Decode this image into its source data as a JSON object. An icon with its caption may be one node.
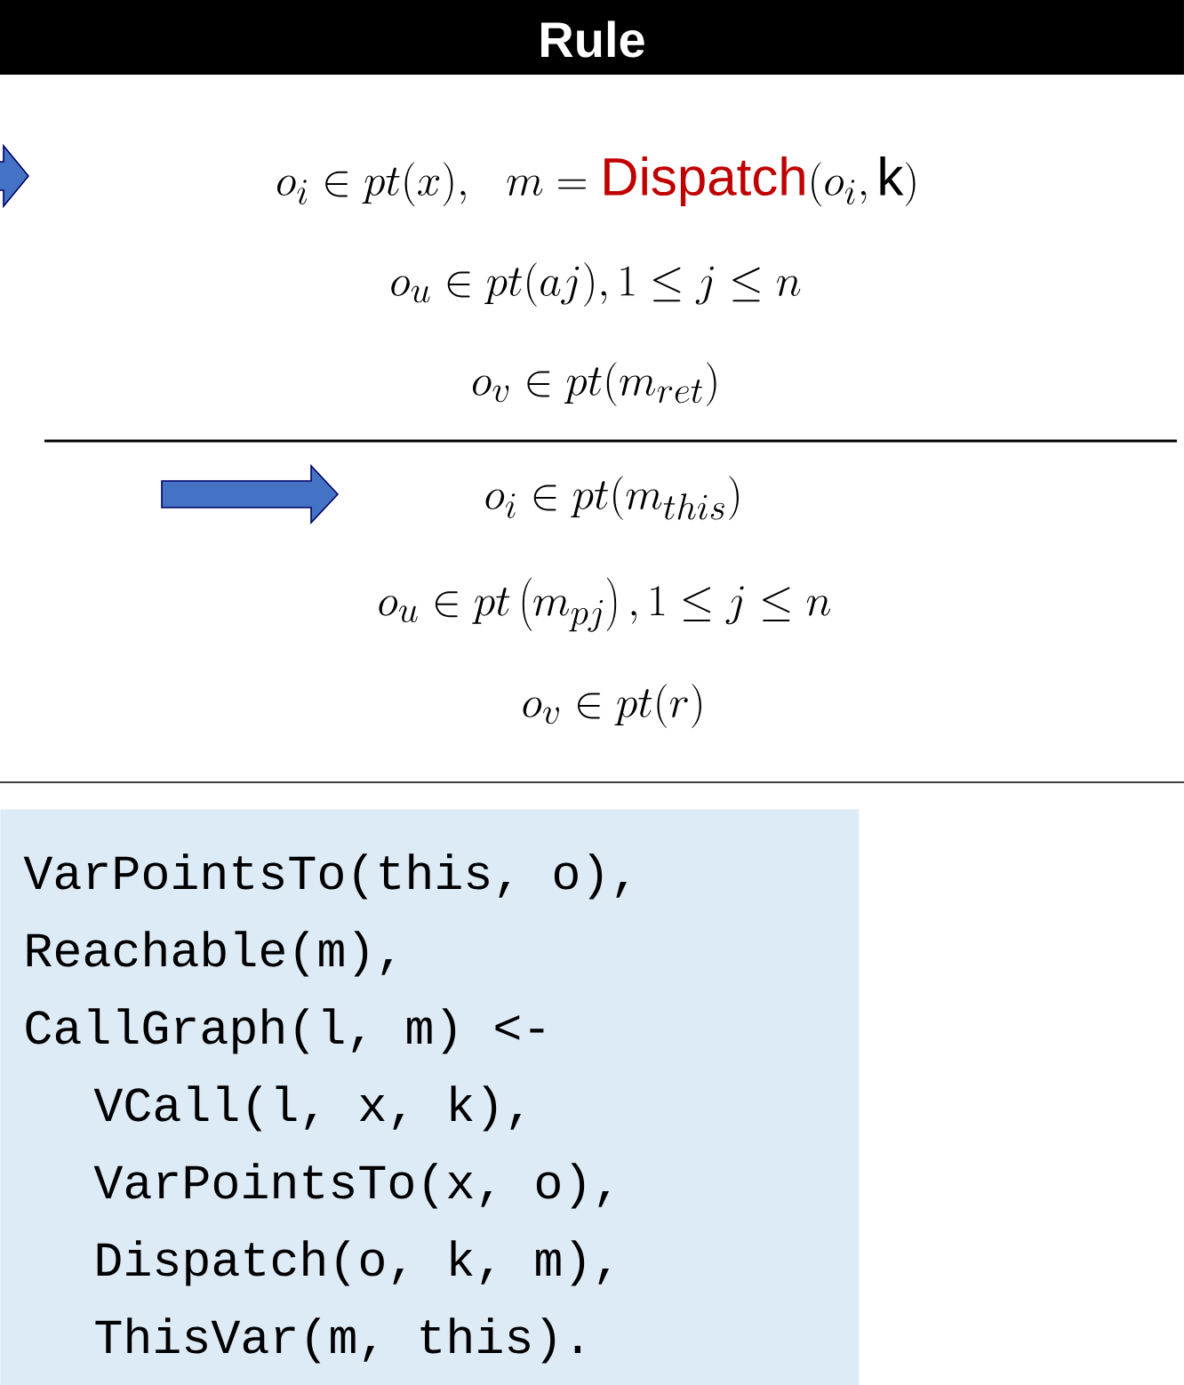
{
  "diagram": {
    "title": "Rule",
    "nodes": [
      {
        "text": [
          "VarPointsTo(this, o),",
          "Reachable(m),",
          "CallGraph(l, m) <-",
          "VCall(l, x, k),",
          "VarPointsTo(x, o),",
          "Dispatch(o, k, m),",
          "ThisVar(m, this)."
        ]
      }
    ],
    "labels": [
      "o_i \\in pt(x),\\ \\ m = \\textcolor[HTML]{C00000}{\\mathrm{Dispatch}}(o_i, \\mathrm{k})",
      "o_u \\in pt(aj), 1 \\leq j \\leq n",
      "o_v \\in pt(m_{ret})",
      "o_i \\in pt(m_{this})",
      "o_u \\in pt\\left(m_{pj}\\right), 1 \\leq j \\leq n",
      "o_v \\in pt(r)"
    ]
  }
}
